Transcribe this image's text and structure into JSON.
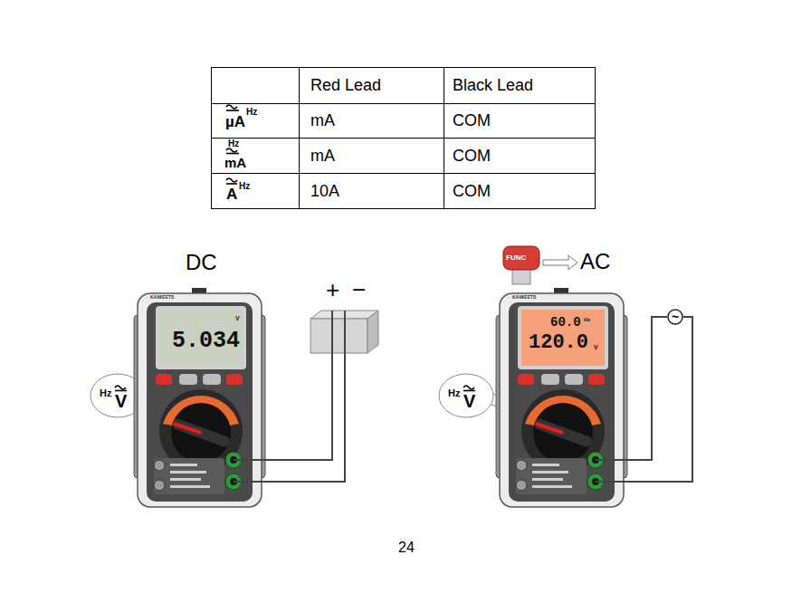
{
  "diagram": {
    "nodes": [
      {
        "text": [
          "KAIWEETS",
          "5.034",
          "V"
        ]
      },
      {
        "text": [
          "+",
          "−"
        ]
      },
      {
        "text": [
          "KAIWEETS",
          "60.0",
          "Hz",
          "120.0",
          "V"
        ]
      },
      {
        "text": [
          "~"
        ]
      }
    ],
    "edges": [
      {
        "from": 0,
        "to": 1,
        "arrow": "none"
      },
      {
        "from": 0,
        "to": 1,
        "arrow": "none"
      },
      {
        "from": 2,
        "to": 3,
        "arrow": "none"
      },
      {
        "from": 2,
        "to": 3,
        "arrow": "none"
      }
    ],
    "labels": [
      "Red Lead",
      "Black Lead",
      "µA",
      "Hz",
      "mA",
      "COM",
      "Hz",
      "mA",
      "mA",
      "COM",
      "A",
      "Hz",
      "10A",
      "COM",
      "DC",
      "FUNC",
      "AC",
      "Hz",
      "V",
      "Hz",
      "V",
      "24"
    ]
  }
}
